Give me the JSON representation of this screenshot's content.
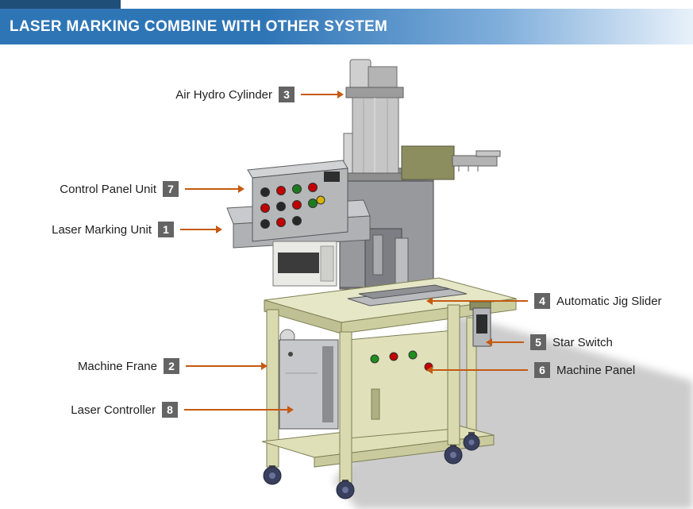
{
  "header": {
    "title": "LASER MARKING COMBINE WITH OTHER SYSTEM"
  },
  "colors": {
    "header_accent": "#1F4E79",
    "header_band": "#2E75B6",
    "arrow": "#C55A11",
    "number_box": "#646464",
    "frame_khaki": "#DFE0BB",
    "machine_gray": "#97999D"
  },
  "callouts": [
    {
      "text": "Air Hydro Cylinder",
      "num": "3",
      "side": "left"
    },
    {
      "text": "Control Panel Unit",
      "num": "7",
      "side": "left"
    },
    {
      "text": "Laser Marking Unit",
      "num": "1",
      "side": "left"
    },
    {
      "text": "Machine Frane",
      "num": "2",
      "side": "left"
    },
    {
      "text": "Laser Controller",
      "num": "8",
      "side": "left"
    },
    {
      "text": "Automatic Jig Slider",
      "num": "4",
      "side": "right"
    },
    {
      "text": "Star Switch",
      "num": "5",
      "side": "right"
    },
    {
      "text": "Machine Panel",
      "num": "6",
      "side": "right"
    }
  ]
}
